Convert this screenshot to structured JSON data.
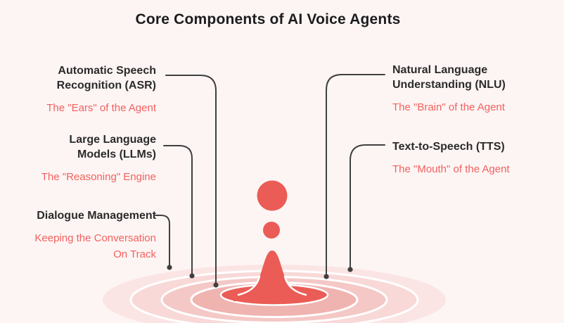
{
  "title": "Core Components of AI Voice Agents",
  "colors": {
    "background": "#fdf5f4",
    "heading_text": "#1c1c1e",
    "label_text": "#2b2b2b",
    "accent_red": "#f2615e",
    "splash_red": "#ea5c55",
    "connector_line": "#404040",
    "ripple_bands": [
      "#fbe5e4",
      "#f8d9d8",
      "#f4c8c6",
      "#efb3b0"
    ]
  },
  "components": {
    "left": [
      {
        "id": "asr",
        "name_lines": [
          "Automatic Speech",
          "Recognition (ASR)"
        ],
        "tagline_lines": [
          "The \"Ears\" of the Agent"
        ]
      },
      {
        "id": "llm",
        "name_lines": [
          "Large Language",
          "Models (LLMs)"
        ],
        "tagline_lines": [
          "The \"Reasoning\" Engine"
        ]
      },
      {
        "id": "dialogue-management",
        "name_lines": [
          "Dialogue Management"
        ],
        "tagline_lines": [
          "Keeping the Conversation",
          "On Track"
        ]
      }
    ],
    "right": [
      {
        "id": "nlu",
        "name_lines": [
          "Natural Language",
          "Understanding (NLU)"
        ],
        "tagline_lines": [
          "The \"Brain\" of the Agent"
        ]
      },
      {
        "id": "tts",
        "name_lines": [
          "Text-to-Speech (TTS)"
        ],
        "tagline_lines": [
          "The \"Mouth\" of the Agent"
        ]
      }
    ]
  }
}
